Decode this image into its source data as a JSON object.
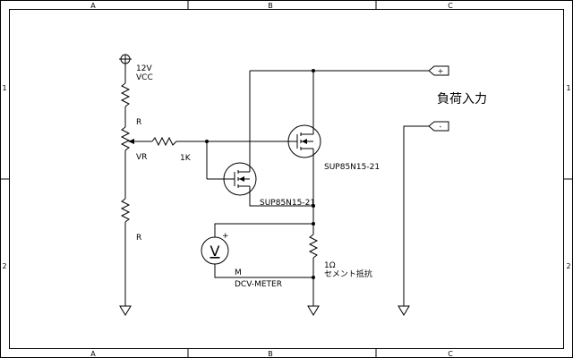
{
  "frame": {
    "top_cols": [
      "A",
      "B",
      "C"
    ],
    "bottom_cols": [
      "A",
      "B",
      "C"
    ],
    "left_rows": [
      "1",
      "2"
    ],
    "right_rows": [
      "1",
      "2"
    ]
  },
  "labels": {
    "vcc_voltage": "12V",
    "vcc_name": "VCC",
    "r_top": "R",
    "vr": "VR",
    "r_1k": "1K",
    "r_bottom": "R",
    "mosfet_top": "SUP85N15-21",
    "mosfet_bottom": "SUP85N15-21",
    "load_plus": "+",
    "load_minus": "-",
    "load_input": "負荷入力",
    "shunt_value": "1Ω",
    "shunt_name": "セメント抵抗",
    "meter_symbol": "V",
    "meter_plus": "+",
    "meter_m": "M",
    "meter_name": "DCV-METER"
  }
}
